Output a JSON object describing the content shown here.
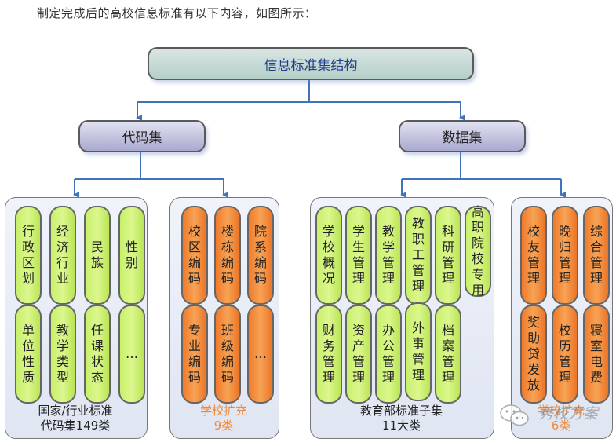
{
  "intro": "制定完成后的高校信息标准有以下内容，如图所示：",
  "root": {
    "label": "信息标准集结构"
  },
  "branches": [
    {
      "label": "代码集"
    },
    {
      "label": "数据集"
    }
  ],
  "panels": [
    {
      "color": "green",
      "label_line1": "国家/行业标准",
      "label_line2": "代码集149类",
      "items_row1": [
        "行政区划",
        "经济行业",
        "民族",
        "性别"
      ],
      "items_row2": [
        "单位性质",
        "教学类型",
        "任课状态",
        "…"
      ]
    },
    {
      "color": "orange",
      "label_line1": "学校扩充",
      "label_line2": "9类",
      "items_row1": [
        "校区编码",
        "楼栋编码",
        "院系编码"
      ],
      "items_row2": [
        "专业编码",
        "班级编码",
        "…"
      ]
    },
    {
      "color": "green",
      "label_line1": "教育部标准子集",
      "label_line2": "11大类",
      "items_row1": [
        "学校概况",
        "学生管理",
        "教学管理",
        "教职工管理",
        "科研管理",
        "高职院校专用"
      ],
      "items_row2": [
        "财务管理",
        "资产管理",
        "办公管理",
        "外事管理",
        "档案管理"
      ]
    },
    {
      "color": "orange",
      "label_line1": "学校扩充",
      "label_line2": "6类",
      "items_row1": [
        "校友管理",
        "晚归管理",
        "综合管理"
      ],
      "items_row2": [
        "奖助贷发放",
        "校历管理",
        "寝室电费"
      ]
    }
  ],
  "colors": {
    "connector": "#3f74b8",
    "green_pill": "#cdf276",
    "orange_pill": "#f38e3c",
    "root_text": "#1f3f8a",
    "orange_label": "#f08a3a"
  },
  "watermark": {
    "text": "秀校方案",
    "icon": "wechat-icon"
  }
}
